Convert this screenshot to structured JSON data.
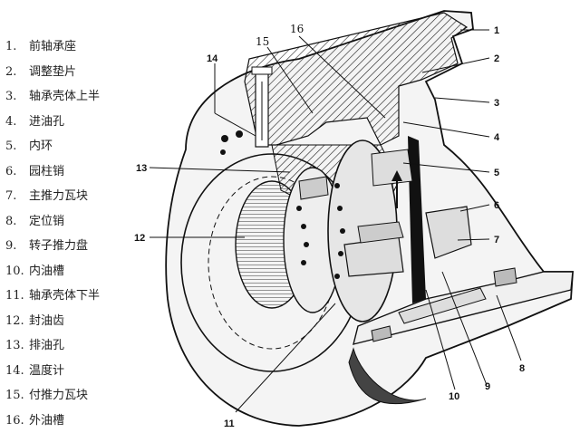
{
  "legend": [
    {
      "num": "1.",
      "text": "前轴承座"
    },
    {
      "num": "2.",
      "text": "调整垫片"
    },
    {
      "num": "3.",
      "text": "轴承壳体上半"
    },
    {
      "num": "4.",
      "text": "进油孔"
    },
    {
      "num": "5.",
      "text": "内环"
    },
    {
      "num": "6.",
      "text": "园柱销"
    },
    {
      "num": "7.",
      "text": "主推力瓦块"
    },
    {
      "num": "8.",
      "text": "定位销"
    },
    {
      "num": "9.",
      "text": "转子推力盘"
    },
    {
      "num": "10.",
      "text": "内油槽"
    },
    {
      "num": "11.",
      "text": "轴承壳体下半"
    },
    {
      "num": "12.",
      "text": "封油齿"
    },
    {
      "num": "13.",
      "text": "排油孔"
    },
    {
      "num": "14.",
      "text": "温度计"
    },
    {
      "num": "15.",
      "text": "付推力瓦块"
    },
    {
      "num": "16.",
      "text": "外油槽"
    }
  ],
  "callouts": {
    "c1": "1",
    "c2": "2",
    "c3": "3",
    "c4": "4",
    "c5": "5",
    "c6": "6",
    "c7": "7",
    "c8": "8",
    "c9": "9",
    "c10": "10",
    "c11": "11",
    "c12": "12",
    "c13": "13",
    "c14": "14",
    "c15": "15",
    "c16": "16"
  }
}
